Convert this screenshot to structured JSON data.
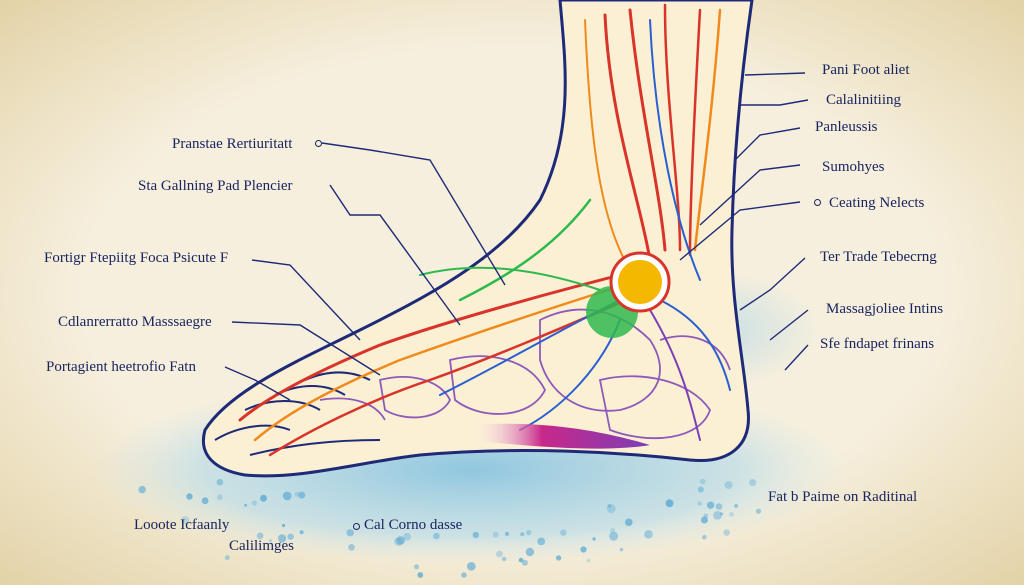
{
  "labels": {
    "left": [
      "Pranstae Rertiuritatt",
      "Sta Gallning Pad Plencier",
      "Fortigr Ftepiitg Foca Psicute F",
      "Cdlanrerratto Masssaegre",
      "Portagient heetrofio Fatn",
      "Looote Icfaanly",
      "Calilimges",
      "Cal Corno dasse"
    ],
    "right": [
      "Pani Foot aliet",
      "Calalinitiing",
      "Panleussis",
      "Sumohyes",
      "Ceating Nelects",
      "Ter Trade Tebecrng",
      "Massagjoliee Intins",
      "Sfe fndapet frinans",
      "Fat b Paime on Raditinal"
    ]
  },
  "colors": {
    "background": "#f2e9d2",
    "skin": "#fbf0d4",
    "outline": "#1e2a78",
    "nerve_red": "#d8342a",
    "nerve_orange": "#f08a1c",
    "nerve_blue": "#2b5fd0",
    "nerve_green": "#2fb84e",
    "nerve_purple": "#7b3fb6",
    "arch_pink": "#c8288a",
    "pain_center": "#f5b800",
    "water": "#8cc8e2",
    "label_text": "#1a2560"
  }
}
